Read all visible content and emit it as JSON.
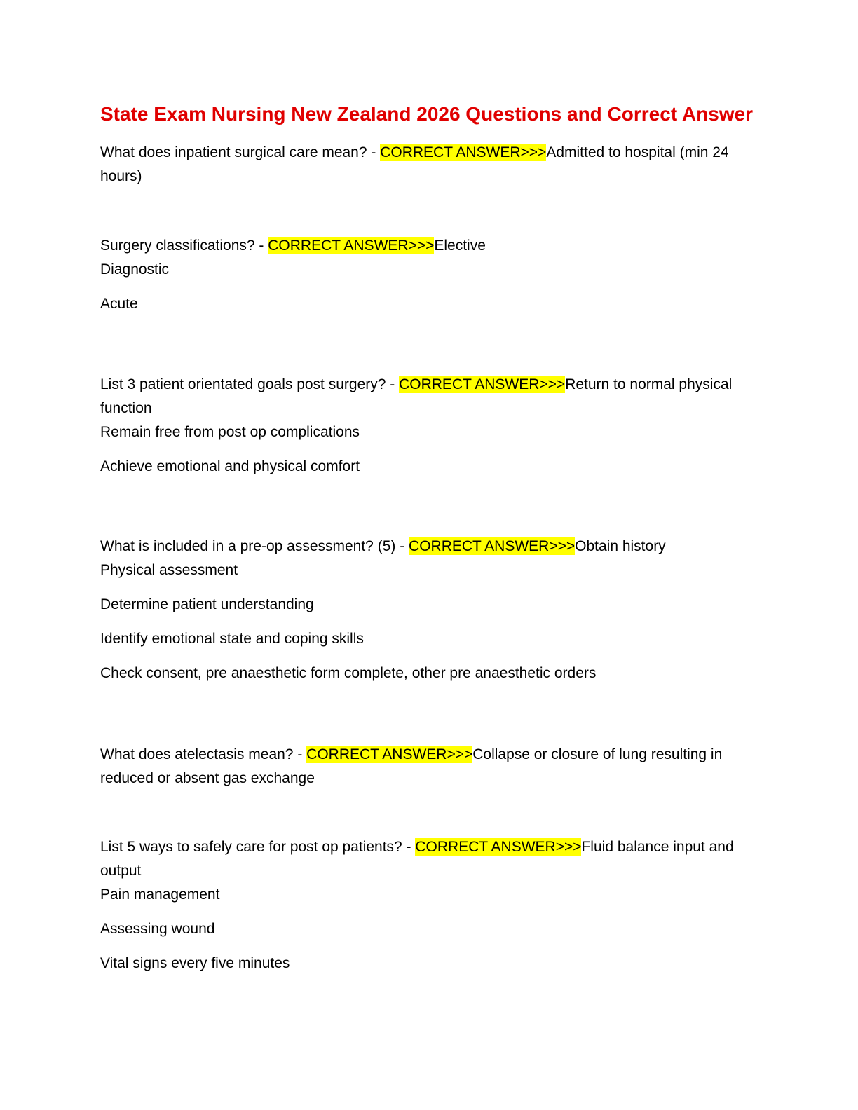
{
  "document": {
    "title": "State Exam Nursing New Zealand 2026 Questions and Correct Answer",
    "title_color": "#e00000",
    "answer_marker": "CORRECT ANSWER>>>",
    "highlight_color": "#ffff00",
    "items": [
      {
        "question": "What does inpatient surgical care mean? - ",
        "answer": "Admitted to hospital (min 24 hours)",
        "extra": []
      },
      {
        "question": "Surgery classifications? - ",
        "answer": "Elective",
        "extra": [
          "Diagnostic",
          "Acute"
        ]
      },
      {
        "question": "List 3 patient orientated goals post surgery? - ",
        "answer": "Return to normal physical function",
        "extra": [
          "Remain free from post op complications",
          "Achieve emotional and physical comfort"
        ]
      },
      {
        "question": "What is included in a pre-op assessment? (5) - ",
        "answer": "Obtain history",
        "extra": [
          "Physical assessment",
          "Determine patient understanding",
          "Identify emotional state and coping skills",
          "Check consent, pre anaesthetic form complete, other pre anaesthetic orders"
        ]
      },
      {
        "question": "What does atelectasis mean? - ",
        "answer": "Collapse or closure of lung resulting in reduced or absent gas exchange",
        "extra": []
      },
      {
        "question": "List 5 ways to safely care for post op patients? - ",
        "answer": "Fluid balance input and output",
        "extra": [
          "Pain management",
          "Assessing wound",
          "Vital signs every five minutes"
        ]
      }
    ]
  }
}
